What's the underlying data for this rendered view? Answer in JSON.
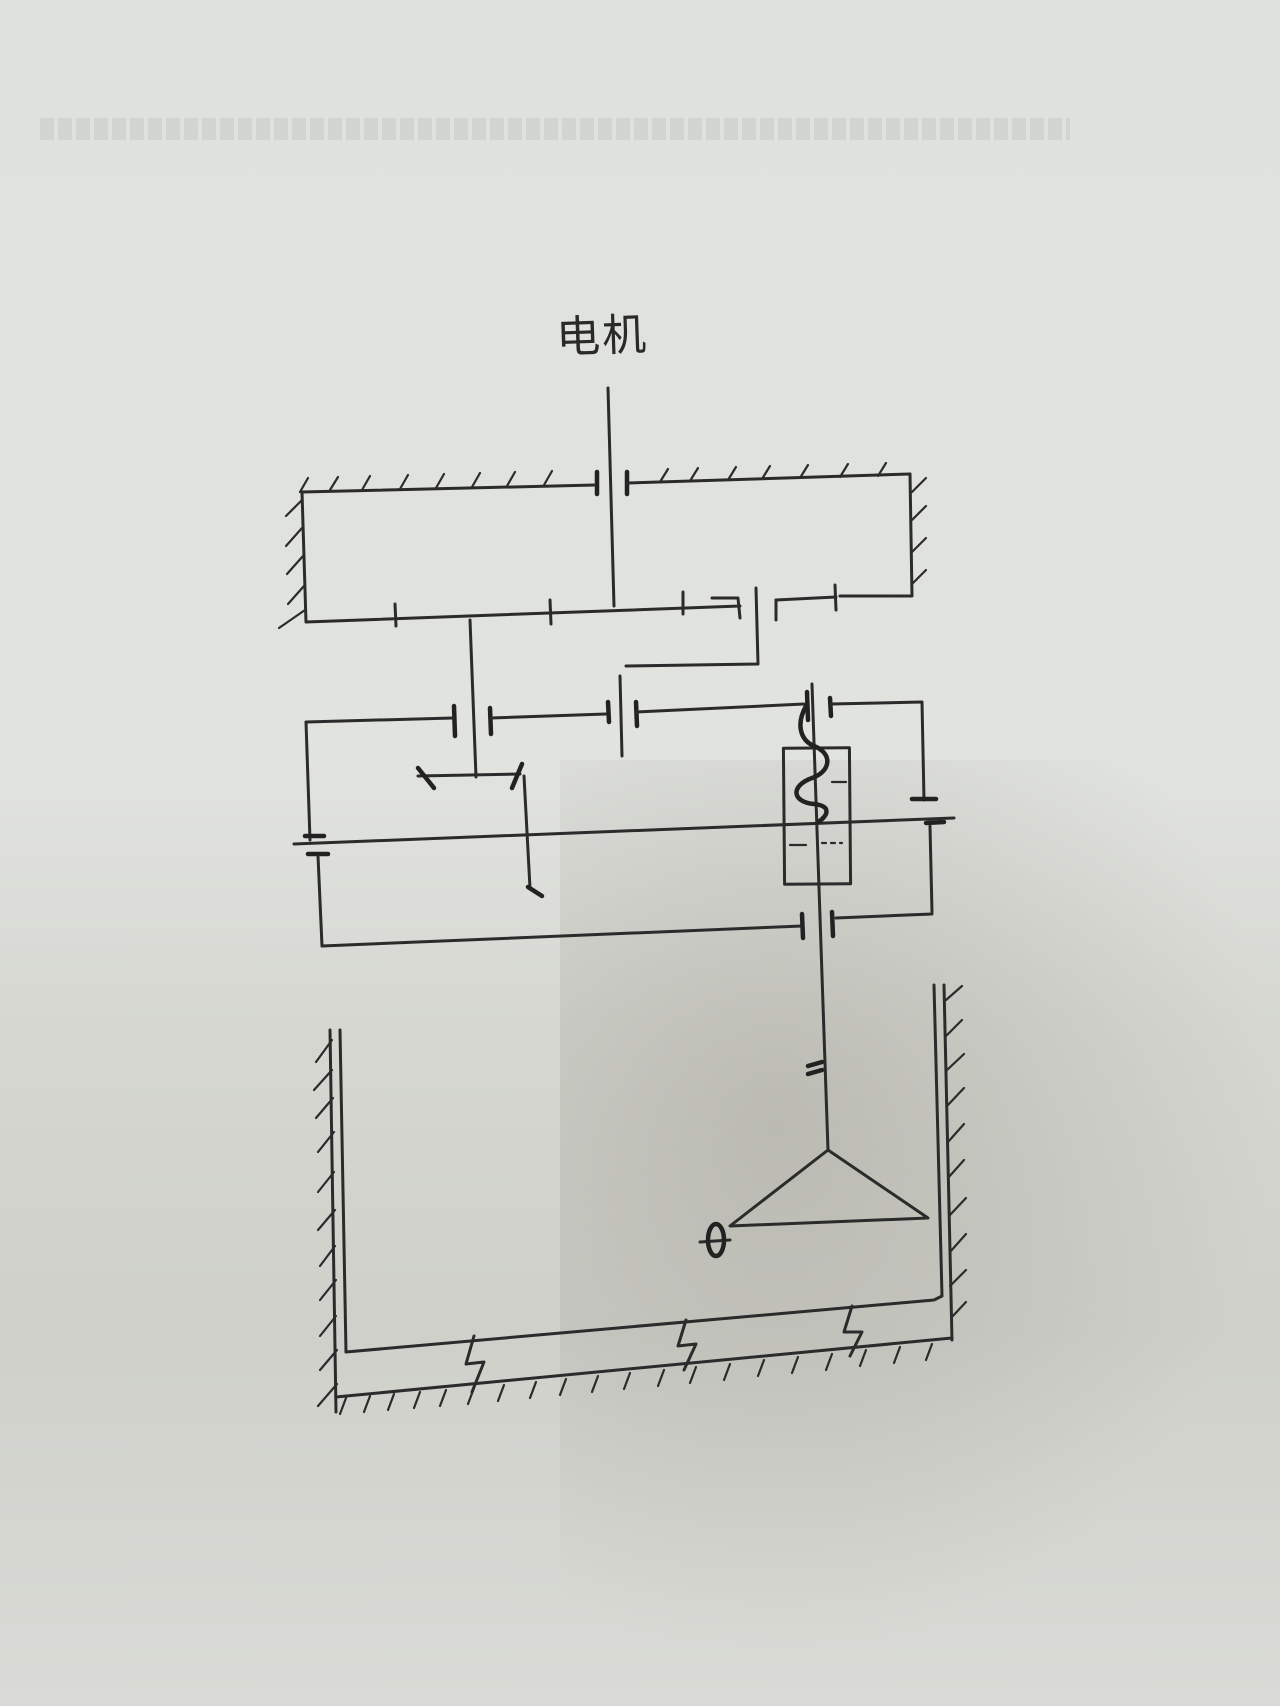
{
  "diagram": {
    "motor_label": "电机",
    "type": "hand-drawn kinematic diagram of a motor-driven mixer (gear train, bevel gears, screw, impeller in tank)",
    "components": [
      {
        "name": "motor input shaft",
        "label_ref": "motor_label"
      },
      {
        "name": "upper fixed frame with bearings"
      },
      {
        "name": "spur gear pairs"
      },
      {
        "name": "bevel gear pair"
      },
      {
        "name": "screw / spring on output shaft"
      },
      {
        "name": "slider block"
      },
      {
        "name": "horizontal shaft"
      },
      {
        "name": "lower gear pair"
      },
      {
        "name": "output shaft with impeller"
      },
      {
        "name": "tank with fixed walls and elastic supports"
      }
    ],
    "colors": {
      "ink": "#2b2b2b",
      "paper": "#dfe1de"
    }
  }
}
